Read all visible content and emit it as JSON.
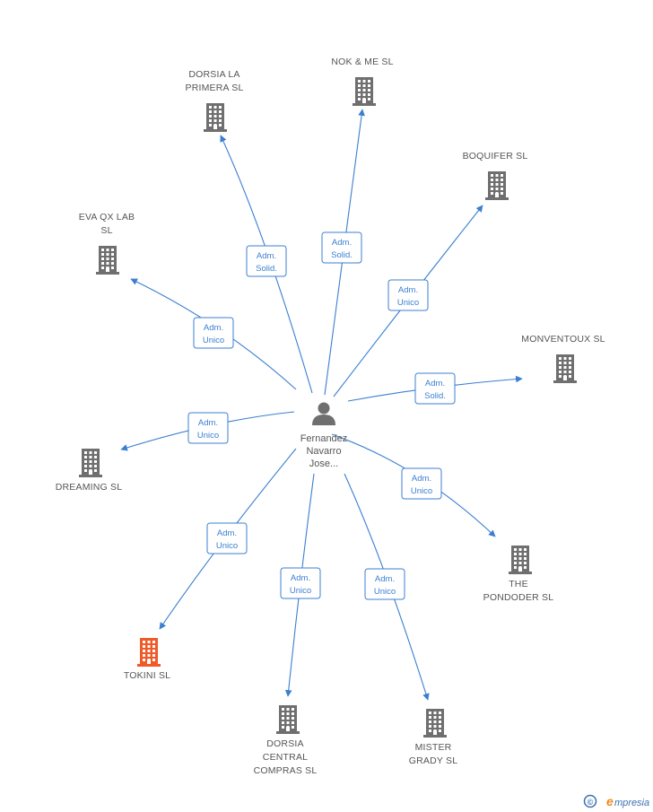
{
  "center": {
    "label_lines": [
      "Fernandez",
      "Navarro",
      "Jose..."
    ],
    "icon": "person-icon"
  },
  "companies": [
    {
      "id": "nok-me",
      "label_lines": [
        "NOK & ME SL"
      ],
      "icon": "building-icon",
      "color": "#6f6f6f"
    },
    {
      "id": "dorsia-la-primera",
      "label_lines": [
        "DORSIA LA",
        "PRIMERA SL"
      ],
      "icon": "building-icon",
      "color": "#6f6f6f"
    },
    {
      "id": "boquifer",
      "label_lines": [
        "BOQUIFER SL"
      ],
      "icon": "building-icon",
      "color": "#6f6f6f"
    },
    {
      "id": "eva-qx-lab",
      "label_lines": [
        "EVA QX LAB",
        "SL"
      ],
      "icon": "building-icon",
      "color": "#6f6f6f"
    },
    {
      "id": "monventoux",
      "label_lines": [
        "MONVENTOUX SL"
      ],
      "icon": "building-icon",
      "color": "#6f6f6f"
    },
    {
      "id": "dreaming",
      "label_lines": [
        "DREAMING SL"
      ],
      "icon": "building-icon",
      "color": "#6f6f6f"
    },
    {
      "id": "the-pondoder",
      "label_lines": [
        "THE",
        "PONDODER SL"
      ],
      "icon": "building-icon",
      "color": "#6f6f6f"
    },
    {
      "id": "tokini",
      "label_lines": [
        "TOKINI SL"
      ],
      "icon": "building-icon",
      "color": "#f05a28"
    },
    {
      "id": "dorsia-central-compras",
      "label_lines": [
        "DORSIA",
        "CENTRAL",
        "COMPRAS SL"
      ],
      "icon": "building-icon",
      "color": "#6f6f6f"
    },
    {
      "id": "mister-grady",
      "label_lines": [
        "MISTER",
        "GRADY SL"
      ],
      "icon": "building-icon",
      "color": "#6f6f6f"
    }
  ],
  "edges": [
    {
      "to": "nok-me",
      "label_lines": [
        "Adm.",
        "Solid."
      ]
    },
    {
      "to": "dorsia-la-primera",
      "label_lines": [
        "Adm.",
        "Solid."
      ]
    },
    {
      "to": "boquifer",
      "label_lines": [
        "Adm.",
        "Unico"
      ]
    },
    {
      "to": "eva-qx-lab",
      "label_lines": [
        "Adm.",
        "Unico"
      ]
    },
    {
      "to": "monventoux",
      "label_lines": [
        "Adm.",
        "Solid."
      ]
    },
    {
      "to": "dreaming",
      "label_lines": [
        "Adm.",
        "Unico"
      ]
    },
    {
      "to": "the-pondoder",
      "label_lines": [
        "Adm.",
        "Unico"
      ]
    },
    {
      "to": "tokini",
      "label_lines": [
        "Adm.",
        "Unico"
      ]
    },
    {
      "to": "dorsia-central-compras",
      "label_lines": [
        "Adm.",
        "Unico"
      ]
    },
    {
      "to": "mister-grady",
      "label_lines": [
        "Adm.",
        "Unico"
      ]
    }
  ],
  "colors": {
    "edge": "#3b7fd1",
    "node_default": "#6f6f6f",
    "node_highlight": "#f05a28",
    "center": "#6f6f6f"
  },
  "watermark": {
    "symbol": "©",
    "brand": "mpresia",
    "brand_initial": "e"
  }
}
